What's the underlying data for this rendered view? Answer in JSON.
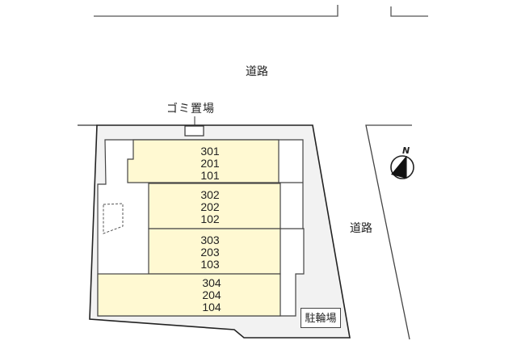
{
  "roads": {
    "north_label": "道路",
    "east_label": "道路"
  },
  "garbage": {
    "label": "ゴミ置場"
  },
  "bicycle_parking": {
    "label": "駐輪場"
  },
  "compass": {
    "label": "N"
  },
  "units": [
    {
      "rooms": [
        "301",
        "201",
        "101"
      ]
    },
    {
      "rooms": [
        "302",
        "202",
        "102"
      ]
    },
    {
      "rooms": [
        "303",
        "203",
        "103"
      ]
    },
    {
      "rooms": [
        "304",
        "204",
        "104"
      ]
    }
  ],
  "colors": {
    "unit_fill": "#fff9d2",
    "lot_fill": "#f2f2f2",
    "outline": "#333333"
  }
}
